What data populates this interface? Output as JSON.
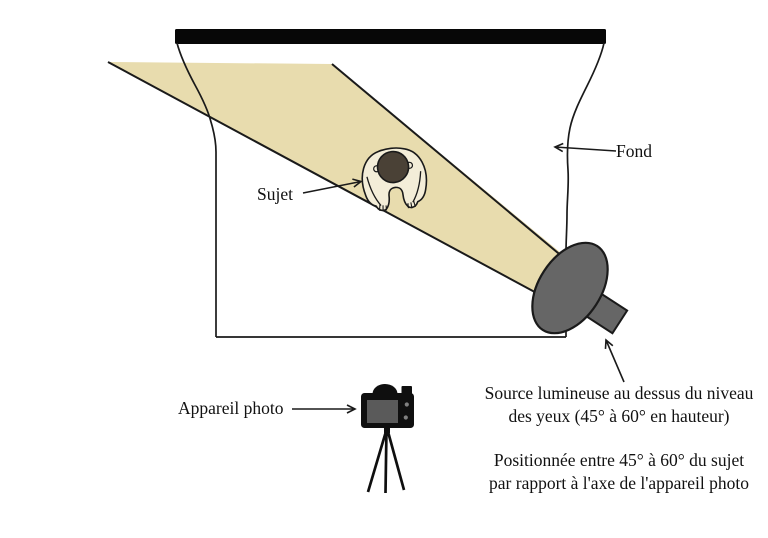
{
  "diagram": {
    "labels": {
      "background": "Fond",
      "subject": "Sujet",
      "camera": "Appareil photo"
    },
    "annotations": {
      "light_source_line1": "Source lumineuse au dessus du niveau",
      "light_source_line2": "des yeux (45° à 60° en hauteur)",
      "positioning_line1": "Positionnée entre 45° à 60° du sujet",
      "positioning_line2": "par rapport à l'axe de l'appareil photo"
    },
    "colors": {
      "beam": "#e8dcae",
      "light_source": "#666666",
      "head": "#4a4136",
      "body": "#f3edd8",
      "rail": "#070707",
      "camera": "#0f0f0f",
      "camera_screen": "#5a5a5a",
      "camera_dot": "#808080"
    }
  }
}
